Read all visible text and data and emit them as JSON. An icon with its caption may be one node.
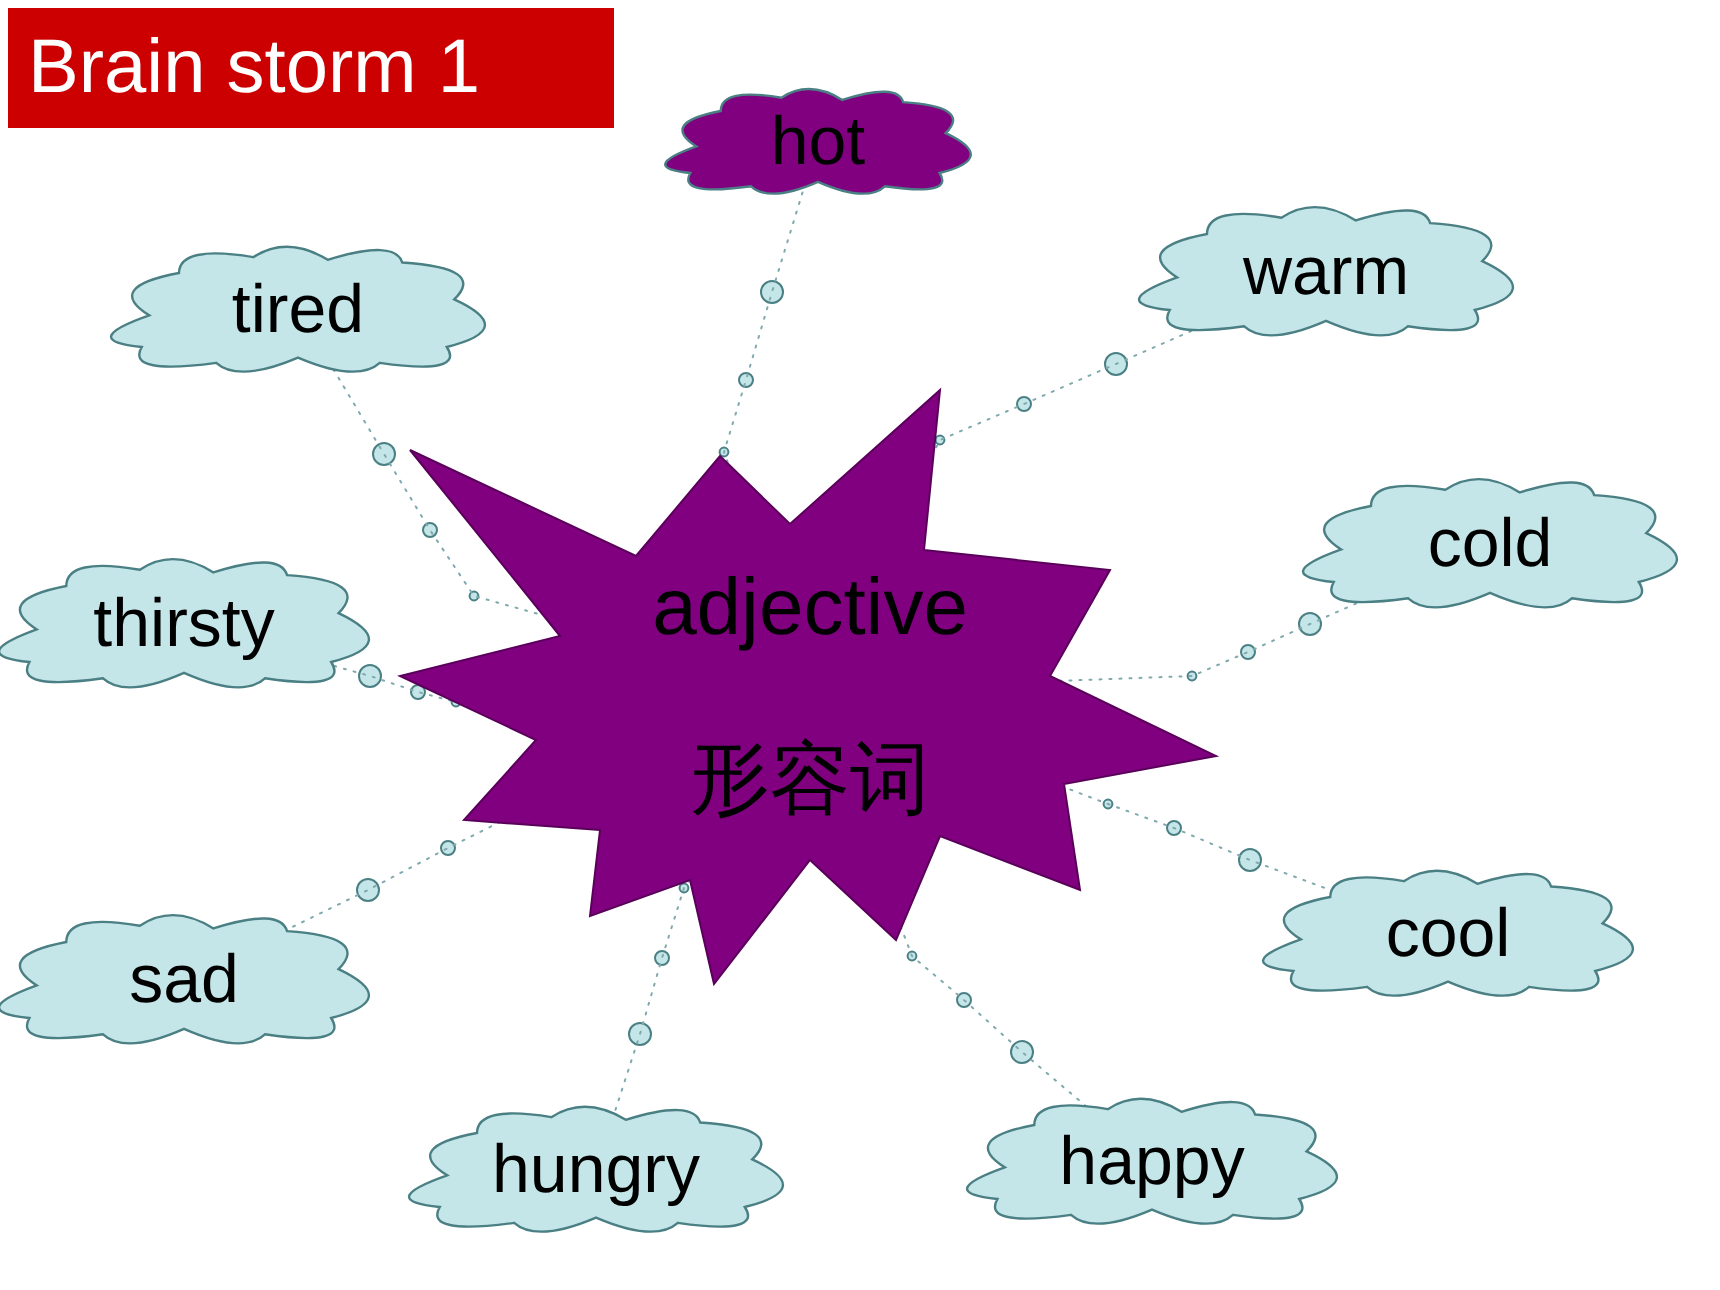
{
  "diagram": {
    "title": "Brain storm 1",
    "nodes": [
      {
        "text": [
          "adjective",
          "形容词"
        ]
      },
      {
        "text": [
          "hot"
        ]
      },
      {
        "text": [
          "warm"
        ]
      },
      {
        "text": [
          "tired"
        ]
      },
      {
        "text": [
          "cold"
        ]
      },
      {
        "text": [
          "thirsty"
        ]
      },
      {
        "text": [
          "sad"
        ]
      },
      {
        "text": [
          "cool"
        ]
      },
      {
        "text": [
          "hungry"
        ]
      },
      {
        "text": [
          "happy"
        ]
      }
    ],
    "edges": [
      {
        "from": 1,
        "to": 0,
        "arrow": "none"
      },
      {
        "from": 2,
        "to": 0,
        "arrow": "none"
      },
      {
        "from": 3,
        "to": 0,
        "arrow": "none"
      },
      {
        "from": 4,
        "to": 0,
        "arrow": "none"
      },
      {
        "from": 5,
        "to": 0,
        "arrow": "none"
      },
      {
        "from": 6,
        "to": 0,
        "arrow": "none"
      },
      {
        "from": 7,
        "to": 0,
        "arrow": "none"
      },
      {
        "from": 8,
        "to": 0,
        "arrow": "none"
      },
      {
        "from": 9,
        "to": 0,
        "arrow": "none"
      }
    ]
  }
}
